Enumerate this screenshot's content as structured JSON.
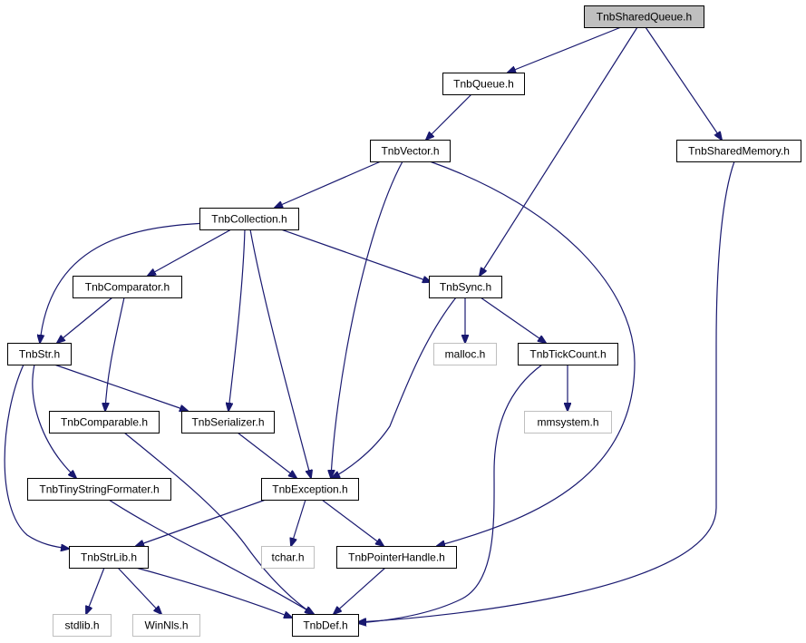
{
  "colors": {
    "edge": "#191970",
    "node_border": "#000000",
    "root_fill": "#bfbfbf",
    "node_fill": "#ffffff",
    "external_border": "#bfbfbf"
  },
  "nodes": [
    {
      "id": "TnbSharedQueue",
      "label": "TnbSharedQueue.h",
      "kind": "root"
    },
    {
      "id": "TnbQueue",
      "label": "TnbQueue.h",
      "kind": "local"
    },
    {
      "id": "TnbVector",
      "label": "TnbVector.h",
      "kind": "local"
    },
    {
      "id": "TnbSharedMemory",
      "label": "TnbSharedMemory.h",
      "kind": "local"
    },
    {
      "id": "TnbCollection",
      "label": "TnbCollection.h",
      "kind": "local"
    },
    {
      "id": "TnbComparator",
      "label": "TnbComparator.h",
      "kind": "local"
    },
    {
      "id": "TnbSync",
      "label": "TnbSync.h",
      "kind": "local"
    },
    {
      "id": "TnbStr",
      "label": "TnbStr.h",
      "kind": "local"
    },
    {
      "id": "malloc",
      "label": "malloc.h",
      "kind": "external"
    },
    {
      "id": "TnbTickCount",
      "label": "TnbTickCount.h",
      "kind": "local"
    },
    {
      "id": "TnbComparable",
      "label": "TnbComparable.h",
      "kind": "local"
    },
    {
      "id": "TnbSerializer",
      "label": "TnbSerializer.h",
      "kind": "local"
    },
    {
      "id": "mmsystem",
      "label": "mmsystem.h",
      "kind": "external"
    },
    {
      "id": "TnbTinyStringFormater",
      "label": "TnbTinyStringFormater.h",
      "kind": "local"
    },
    {
      "id": "TnbException",
      "label": "TnbException.h",
      "kind": "local"
    },
    {
      "id": "TnbStrLib",
      "label": "TnbStrLib.h",
      "kind": "local"
    },
    {
      "id": "tchar",
      "label": "tchar.h",
      "kind": "external"
    },
    {
      "id": "TnbPointerHandle",
      "label": "TnbPointerHandle.h",
      "kind": "local"
    },
    {
      "id": "stdlib",
      "label": "stdlib.h",
      "kind": "external"
    },
    {
      "id": "WinNls",
      "label": "WinNls.h",
      "kind": "external"
    },
    {
      "id": "TnbDef",
      "label": "TnbDef.h",
      "kind": "local"
    }
  ],
  "edges": [
    {
      "from": "TnbSharedQueue",
      "to": "TnbQueue"
    },
    {
      "from": "TnbSharedQueue",
      "to": "TnbSync"
    },
    {
      "from": "TnbSharedQueue",
      "to": "TnbSharedMemory"
    },
    {
      "from": "TnbQueue",
      "to": "TnbVector"
    },
    {
      "from": "TnbVector",
      "to": "TnbCollection"
    },
    {
      "from": "TnbVector",
      "to": "TnbException"
    },
    {
      "from": "TnbVector",
      "to": "TnbPointerHandle"
    },
    {
      "from": "TnbSharedMemory",
      "to": "TnbDef"
    },
    {
      "from": "TnbCollection",
      "to": "TnbComparator"
    },
    {
      "from": "TnbCollection",
      "to": "TnbStr"
    },
    {
      "from": "TnbCollection",
      "to": "TnbSync"
    },
    {
      "from": "TnbCollection",
      "to": "TnbSerializer"
    },
    {
      "from": "TnbCollection",
      "to": "TnbException"
    },
    {
      "from": "TnbComparator",
      "to": "TnbStr"
    },
    {
      "from": "TnbComparator",
      "to": "TnbComparable"
    },
    {
      "from": "TnbSync",
      "to": "malloc"
    },
    {
      "from": "TnbSync",
      "to": "TnbTickCount"
    },
    {
      "from": "TnbSync",
      "to": "TnbException"
    },
    {
      "from": "TnbTickCount",
      "to": "mmsystem"
    },
    {
      "from": "TnbTickCount",
      "to": "TnbDef"
    },
    {
      "from": "TnbStr",
      "to": "TnbSerializer"
    },
    {
      "from": "TnbStr",
      "to": "TnbTinyStringFormater"
    },
    {
      "from": "TnbStr",
      "to": "TnbStrLib"
    },
    {
      "from": "TnbComparable",
      "to": "TnbDef"
    },
    {
      "from": "TnbSerializer",
      "to": "TnbException"
    },
    {
      "from": "TnbTinyStringFormater",
      "to": "TnbDef"
    },
    {
      "from": "TnbException",
      "to": "TnbStrLib"
    },
    {
      "from": "TnbException",
      "to": "tchar"
    },
    {
      "from": "TnbException",
      "to": "TnbPointerHandle"
    },
    {
      "from": "TnbPointerHandle",
      "to": "TnbDef"
    },
    {
      "from": "TnbStrLib",
      "to": "stdlib"
    },
    {
      "from": "TnbStrLib",
      "to": "WinNls"
    },
    {
      "from": "TnbStrLib",
      "to": "TnbDef"
    }
  ]
}
